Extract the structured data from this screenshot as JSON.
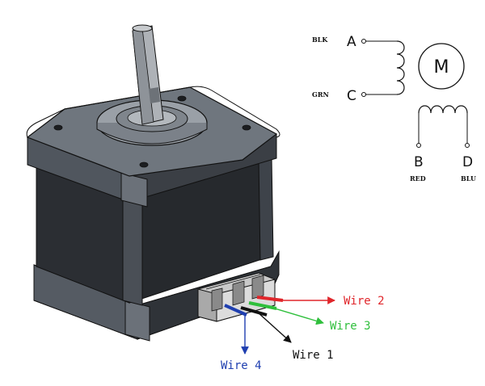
{
  "schematic": {
    "terminals": {
      "a": {
        "letter": "A",
        "color_name": "BLK"
      },
      "c": {
        "letter": "C",
        "color_name": "GRN"
      },
      "b": {
        "letter": "B",
        "color_name": "RED"
      },
      "d": {
        "letter": "D",
        "color_name": "BLU"
      }
    },
    "motor_symbol": "M"
  },
  "wires": [
    {
      "id": "wire2",
      "label": "Wire 2",
      "color": "#e0262b"
    },
    {
      "id": "wire3",
      "label": "Wire 3",
      "color": "#2fbf3c"
    },
    {
      "id": "wire1",
      "label": "Wire 1",
      "color": "#111111"
    },
    {
      "id": "wire4",
      "label": "Wire 4",
      "color": "#1f3fb0"
    }
  ],
  "colors": {
    "body_dark": "#2b2e33",
    "body_mid": "#4d535b",
    "body_light": "#8b929a",
    "shaft": "#a9adb2",
    "connector": "#c9c9c9"
  }
}
